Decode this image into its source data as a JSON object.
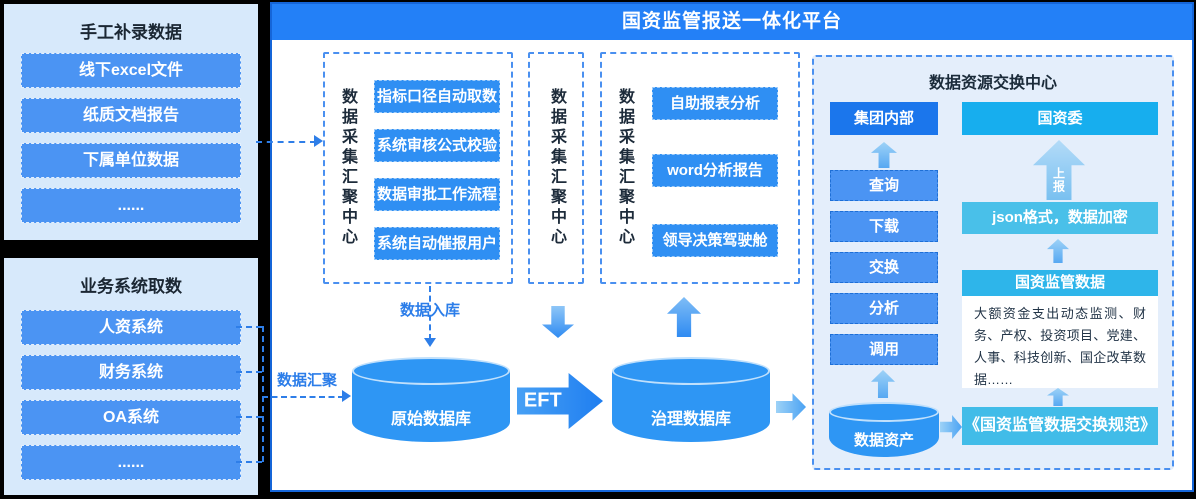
{
  "title": "国资监管报送一体化平台",
  "left": {
    "manual_panel": {
      "title": "手工补录数据",
      "items": [
        "线下excel文件",
        "纸质文档报告",
        "下属单位数据",
        "......"
      ]
    },
    "business_panel": {
      "title": "业务系统取数",
      "items": [
        "人资系统",
        "财务系统",
        "OA系统",
        "......"
      ]
    }
  },
  "centers": [
    {
      "label": "数据采集汇聚中心",
      "items": [
        "指标口径自动取数",
        "系统审核公式校验",
        "数据审批工作流程",
        "系统自动催报用户"
      ]
    },
    {
      "label": "数据采集汇聚中心",
      "items": []
    },
    {
      "label": "数据采集汇聚中心",
      "items": [
        "自助报表分析",
        "word分析报告",
        "领导决策驾驶舱"
      ]
    }
  ],
  "flow": {
    "ingest_label": "数据入库",
    "gather_label": "数据汇聚",
    "raw_db": "原始数据库",
    "eft_label": "EFT",
    "gov_db": "治理数据库"
  },
  "exchange": {
    "title": "数据资源交换中心",
    "group_internal": "集团内部",
    "sasac": "国资委",
    "report_label": "上报",
    "actions": [
      "查询",
      "下载",
      "交换",
      "分析",
      "调用"
    ],
    "json_box": "json格式，数据加密",
    "data_header": "国资监管数据",
    "data_desc": "大额资金支出动态监测、财务、产权、投资项目、党建、人事、科技创新、国企改革数据……",
    "data_asset": "数据资产",
    "spec": "《国资监管数据交换规范》"
  },
  "colors": {
    "primary_blue": "#2380f7",
    "item_blue": "#4b94f3",
    "deep_blue": "#1b76ec",
    "cyan": "#17aeee",
    "light_cyan": "#49c0e9",
    "cylinder_blue": "#2e96f4",
    "left_panel_bg": "#d7e9fb",
    "exchange_panel_bg": "#e4eefb",
    "background": "#000000"
  }
}
